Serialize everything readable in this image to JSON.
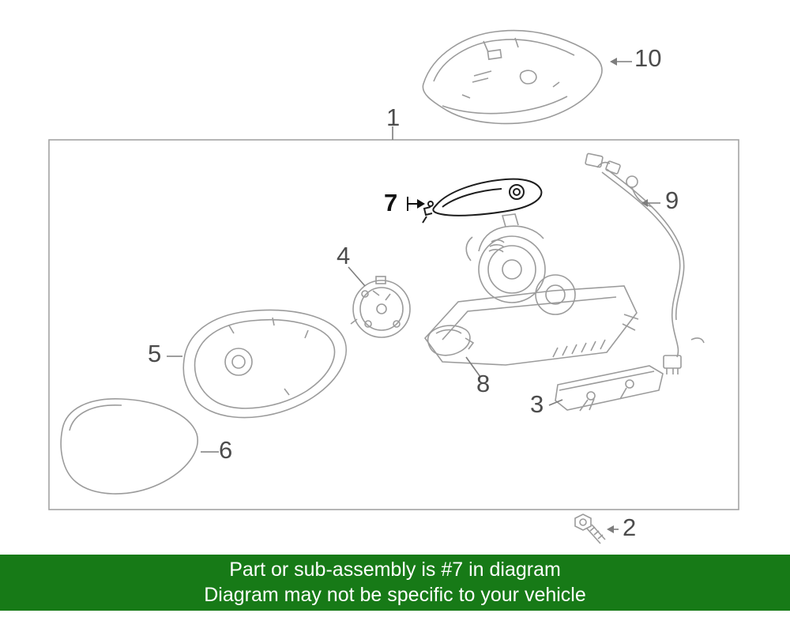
{
  "diagram": {
    "callouts": {
      "c1": "1",
      "c2": "2",
      "c3": "3",
      "c4": "4",
      "c5": "5",
      "c6": "6",
      "c7": "7",
      "c8": "8",
      "c9": "9",
      "c10": "10"
    },
    "highlighted_callout": "7",
    "line_color": "#9b9b9b",
    "highlight_color": "#1d1d1d"
  },
  "banner": {
    "line1": "Part or sub-assembly is #7 in diagram",
    "line2": "Diagram may not be specific to your vehicle",
    "background_color": "#177a17",
    "text_color": "#ffffff"
  }
}
